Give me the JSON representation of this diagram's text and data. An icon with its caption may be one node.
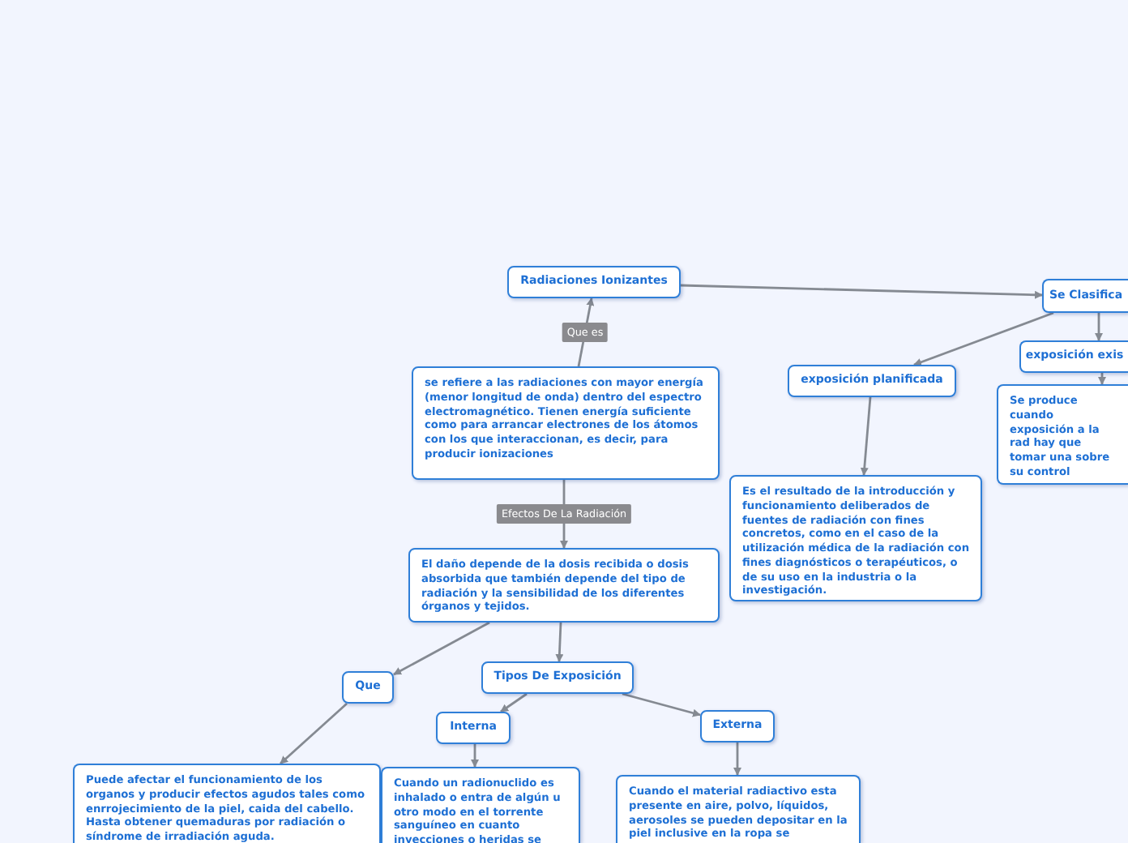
{
  "diagram": {
    "nodes": [
      {
        "text": [
          "Radiaciones Ionizantes"
        ]
      },
      {
        "text": [
          "Se Clasifica"
        ]
      },
      {
        "text": [
          "se refiere a las radiaciones con mayor energía (menor longitud de onda) dentro del espectro electromagnético. Tienen energía suficiente como para arrancar electrones de los átomos con los que interaccionan, es decir, para producir ionizaciones"
        ]
      },
      {
        "text": [
          "El daño depende de la dosis recibida o dosis absorbida que también depende del tipo de radiación y la sensibilidad de los diferentes órganos y tejidos."
        ]
      },
      {
        "text": [
          "exposición planificada"
        ]
      },
      {
        "text": [
          "exposición exis"
        ]
      },
      {
        "text": [
          "Es el resultado de la introducción y funcionamiento deliberados de fuentes de radiación con fines concretos, como en el caso de la utilización médica de la radiación con fines diagnósticos o terapéuticos, o de su uso en la industria o la investigación."
        ]
      },
      {
        "text": [
          "Se produce cuando exposición a la rad hay que tomar una sobre su control"
        ]
      },
      {
        "text": [
          "Que"
        ]
      },
      {
        "text": [
          "Tipos De Exposición"
        ]
      },
      {
        "text": [
          "Interna"
        ]
      },
      {
        "text": [
          "Externa"
        ]
      },
      {
        "text": [
          "Puede afectar el funcionamiento de los organos y producir efectos agudos tales como enrrojecimiento de la piel, caida del cabello. Hasta obtener quemaduras por radiación o síndrome de irradiación aguda."
        ]
      },
      {
        "text": [
          "Cuando un radionuclido es inhalado o entra de algún u otro modo en el torrente sanguíneo en cuanto invecciones o heridas se"
        ]
      },
      {
        "text": [
          "Cuando el material radiactivo esta presente en aire, polvo, líquidos, aerosoles se pueden depositar en la piel inclusive en la ropa se"
        ]
      }
    ],
    "edges": [
      {
        "from": 2,
        "to": 0,
        "arrow": "to",
        "label": "Que es"
      },
      {
        "from": 0,
        "to": 1,
        "arrow": "to"
      },
      {
        "from": 2,
        "to": 3,
        "arrow": "to",
        "label": "Efectos De La Radiación"
      },
      {
        "from": 1,
        "to": 4,
        "arrow": "to"
      },
      {
        "from": 1,
        "to": 5,
        "arrow": "to"
      },
      {
        "from": 4,
        "to": 6,
        "arrow": "to"
      },
      {
        "from": 5,
        "to": 7,
        "arrow": "to"
      },
      {
        "from": 3,
        "to": 8,
        "arrow": "to"
      },
      {
        "from": 3,
        "to": 9,
        "arrow": "to"
      },
      {
        "from": 8,
        "to": 12,
        "arrow": "to"
      },
      {
        "from": 9,
        "to": 10,
        "arrow": "to"
      },
      {
        "from": 9,
        "to": 11,
        "arrow": "to"
      },
      {
        "from": 10,
        "to": 13,
        "arrow": "to"
      },
      {
        "from": 11,
        "to": 14,
        "arrow": "to"
      }
    ]
  }
}
